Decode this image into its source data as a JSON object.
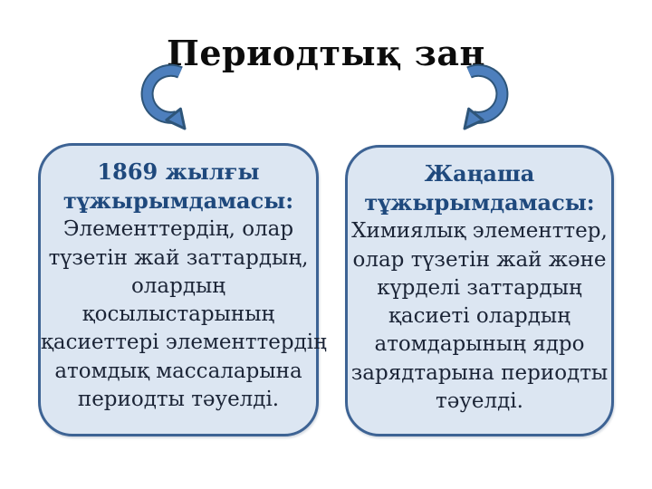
{
  "title": "Периодтық заң",
  "left_box": {
    "heading": "1869 жылғы\nтұжырымдамасы:",
    "body": "Элементтердің, олар\nтүзетін жай заттардың,\nолардың\nқосылыстарының\nқасиеттері элементтердің\nатомдық массаларына\nпериодты тәуелді."
  },
  "right_box": {
    "heading": "Жаңаша\nтұжырымдамасы:",
    "body": "Химиялық элементтер,\nолар түзетін жай және\nкүрделі заттардың\nқасиеті олардың\nатомдарының ядро\nзарядтарына периодты\nтәуелді."
  },
  "icons": {
    "left_arrow": "curved-arrow-down-right-icon",
    "right_arrow": "curved-arrow-down-left-icon"
  },
  "colors": {
    "box-fill": "#dce6f2",
    "box-border": "#3d6394",
    "heading-color": "#1f497d",
    "body-color": "#1b2436",
    "title-color": "#0c0c0c",
    "arrow-fill": "#4d7fbd",
    "arrow-dark": "#2e5579"
  }
}
